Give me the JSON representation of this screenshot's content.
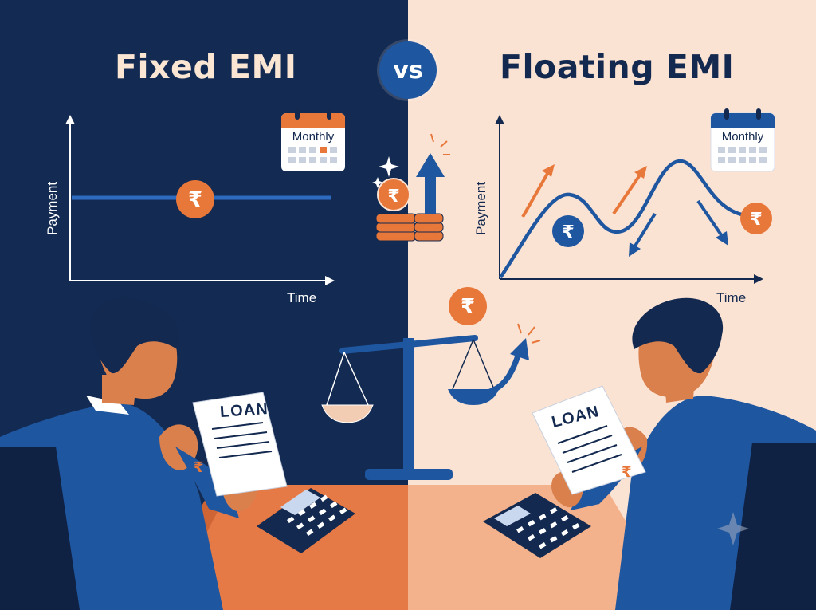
{
  "left_panel": {
    "title": "Fixed EMI",
    "y_axis_label": "Payment",
    "x_axis_label": "Time",
    "calendar_label": "Monthly",
    "document_label": "LOAN",
    "background": "#132a52"
  },
  "right_panel": {
    "title": "Floating EMI",
    "y_axis_label": "Payment",
    "x_axis_label": "Time",
    "calendar_label": "Monthly",
    "document_label": "LOAN",
    "background": "#fbe3d4"
  },
  "center": {
    "badge_text": "vs"
  },
  "icons": [
    "rupee-coin-icon",
    "calendar-icon",
    "coin-stack-icon",
    "up-arrow-icon",
    "balance-scale-icon",
    "calculator-icon",
    "sparkle-icon"
  ],
  "colors": {
    "navy": "#132a52",
    "peach": "#fbe3d4",
    "blue": "#1e56a0",
    "orange": "#e8773a",
    "skin": "#d9804d"
  }
}
